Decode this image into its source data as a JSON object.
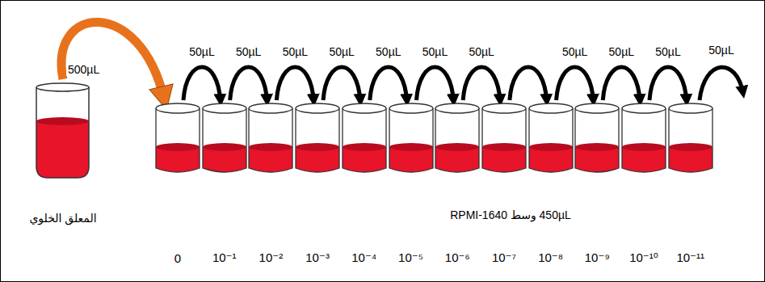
{
  "diagram": {
    "nodes": [
      {
        "text": [
          "المعلق الخلوي"
        ]
      },
      {
        "text": [
          "0"
        ]
      },
      {
        "text": [
          "10⁻¹"
        ]
      },
      {
        "text": [
          "10⁻²"
        ]
      },
      {
        "text": [
          "10⁻³"
        ]
      },
      {
        "text": [
          "10⁻⁴"
        ]
      },
      {
        "text": [
          "10⁻⁵"
        ]
      },
      {
        "text": [
          "10⁻⁶"
        ]
      },
      {
        "text": [
          "10⁻⁷"
        ]
      },
      {
        "text": [
          "10⁻⁸"
        ]
      },
      {
        "text": [
          "10⁻⁹"
        ]
      },
      {
        "text": [
          "10⁻¹⁰"
        ]
      },
      {
        "text": [
          "10⁻¹¹"
        ]
      }
    ],
    "edges": [
      {
        "from": 0,
        "to": 1,
        "arrow": "to",
        "label": "500µL"
      },
      {
        "from": 1,
        "to": 2,
        "arrow": "to",
        "label": "50µL"
      },
      {
        "from": 2,
        "to": 3,
        "arrow": "to",
        "label": "50µL"
      },
      {
        "from": 3,
        "to": 4,
        "arrow": "to",
        "label": "50µL"
      },
      {
        "from": 4,
        "to": 5,
        "arrow": "to",
        "label": "50µL"
      },
      {
        "from": 5,
        "to": 6,
        "arrow": "to",
        "label": "50µL"
      },
      {
        "from": 6,
        "to": 7,
        "arrow": "to",
        "label": "50µL"
      },
      {
        "from": 7,
        "to": 8,
        "arrow": "to",
        "label": "50µL"
      },
      {
        "from": 8,
        "to": 9,
        "arrow": "to"
      },
      {
        "from": 9,
        "to": 10,
        "arrow": "to",
        "label": "50µL"
      },
      {
        "from": 10,
        "to": 11,
        "arrow": "to",
        "label": "50µL"
      },
      {
        "from": 11,
        "to": 12,
        "arrow": "to",
        "label": "50µL"
      }
    ],
    "labels": [
      "50µL",
      "450µL وسط RPMI-1640"
    ]
  }
}
